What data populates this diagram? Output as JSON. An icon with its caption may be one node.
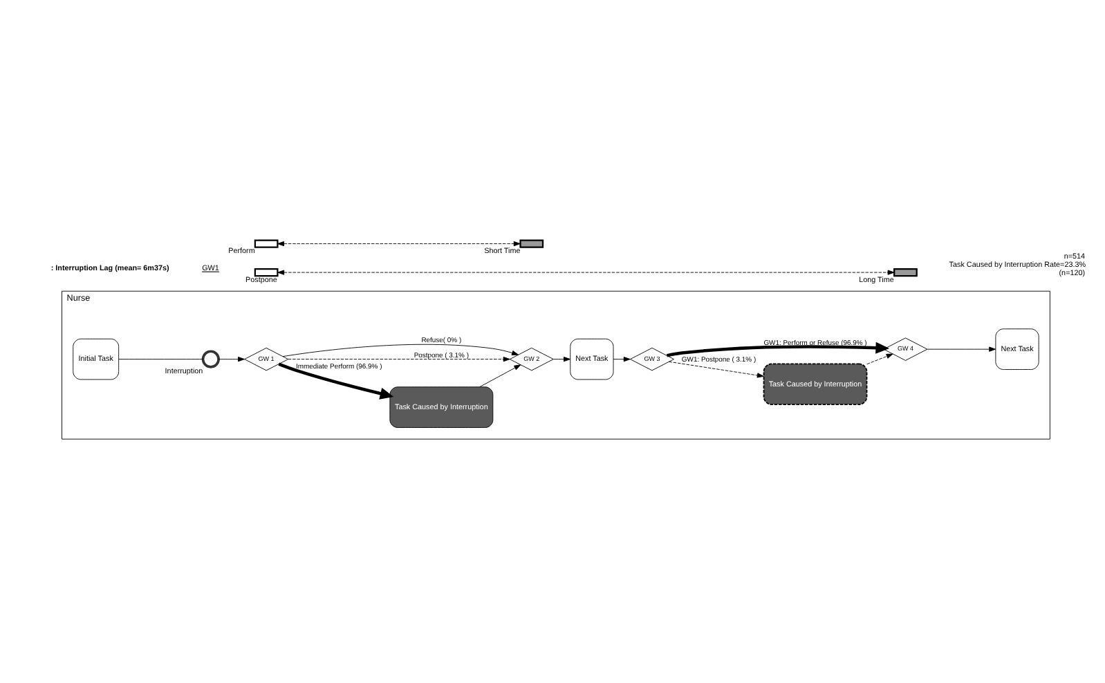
{
  "diagram": {
    "nodes": [
      {
        "text": [
          "Nurse"
        ]
      },
      {
        "text": [
          "Initial Task"
        ],
        "in": 0
      },
      {
        "text": [],
        "shape": "circle",
        "in": 0,
        "beside": [
          "Interruption"
        ]
      },
      {
        "text": [
          "GW 1"
        ],
        "in": 0
      },
      {
        "text": [
          "Task Caused by Interruption"
        ],
        "in": 0
      },
      {
        "text": [
          "GW 2"
        ],
        "in": 0
      },
      {
        "text": [
          "Next Task"
        ],
        "in": 0
      },
      {
        "text": [
          "GW 3"
        ],
        "in": 0
      },
      {
        "text": [
          "Task Caused by Interruption"
        ],
        "in": 0
      },
      {
        "text": [
          "GW 4"
        ],
        "in": 0
      },
      {
        "text": [
          "Next Task"
        ],
        "in": 0
      },
      {
        "text": [],
        "shape": "box",
        "beside": [
          "Postpone"
        ]
      },
      {
        "text": [],
        "shape": "box",
        "beside": [
          "Long Time"
        ]
      },
      {
        "text": [],
        "shape": "box",
        "beside": [
          "Perform"
        ]
      },
      {
        "text": [],
        "shape": "box",
        "beside": [
          "Short Time"
        ]
      }
    ],
    "edges": [
      {
        "from": 1,
        "to": 2,
        "arrow": "none"
      },
      {
        "from": 2,
        "to": 3,
        "arrow": "to"
      },
      {
        "from": 3,
        "to": 4,
        "arrow": "to",
        "label": "Immediate Perform (96.9% )",
        "style": "thick"
      },
      {
        "from": 4,
        "to": 5,
        "arrow": "to"
      },
      {
        "from": 3,
        "to": 5,
        "arrow": "to",
        "label": "Postpone ( 3.1% )",
        "style": "dashed"
      },
      {
        "from": 3,
        "to": 5,
        "arrow": "to",
        "label": "Refuse( 0% )"
      },
      {
        "from": 5,
        "to": 6,
        "arrow": "to"
      },
      {
        "from": 6,
        "to": 7,
        "arrow": "to"
      },
      {
        "from": 7,
        "to": 8,
        "arrow": "to",
        "label": "GW1: Postpone ( 3.1% )",
        "style": "dashed"
      },
      {
        "from": 8,
        "to": 9,
        "arrow": "to",
        "style": "dashed"
      },
      {
        "from": 7,
        "to": 9,
        "arrow": "to",
        "label": "GW1: Perform or Refuse (96.9% )",
        "style": "thick"
      },
      {
        "from": 9,
        "to": 10,
        "arrow": "to"
      },
      {
        "from": 11,
        "to": 12,
        "arrow": "both",
        "style": "dashed"
      },
      {
        "from": 13,
        "to": 14,
        "arrow": "both",
        "style": "dashed"
      }
    ],
    "labels": [
      "n=514",
      "Task Caused by Interruption Rate=23.3%",
      "(n=120)",
      "GW1"
    ],
    "legend": [
      {
        "text": ": Interruption Lag (mean= 6m37s)"
      }
    ]
  }
}
